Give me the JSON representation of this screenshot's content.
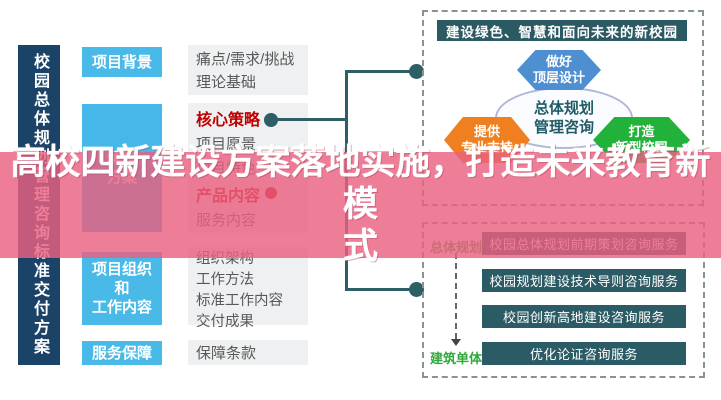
{
  "meta": {
    "description": "Infographic: campus overall planning consulting standard delivery plan with title overlay",
    "colors": {
      "navy": "#1b4368",
      "light_blue": "#49b9e8",
      "gray_box": "#eef0f1",
      "text_gray": "#595959",
      "red_accent": "#c00000",
      "teal": "#2b5b64",
      "connector_teal": "#2e5f66",
      "hex_blue": "#4e8fd1",
      "hex_orange": "#f0801f",
      "hex_green": "#22b23c",
      "green_label": "#2fa93c",
      "overlay_pink": "rgba(234,96,128,0.82)"
    }
  },
  "overlay": {
    "title": "高校四新建设方案落地实施，打造未来教育新模式",
    "lines": [
      "高校四新建设方案落地实施，打造未来教育新模",
      "式"
    ]
  },
  "ribbon": {
    "label": "校园总体规划管理咨询标准交付方案"
  },
  "left_column": {
    "box1": {
      "label": "项目背景"
    },
    "box2": {
      "lines": [
        "解决",
        "方案"
      ]
    },
    "box3": {
      "lines": [
        "项目组织",
        "和",
        "工作内容"
      ]
    },
    "box4": {
      "label": "服务保障"
    }
  },
  "middle_column": {
    "group1": {
      "items": [
        "痛点/需求/挑战",
        "理论基础"
      ]
    },
    "group2": {
      "items": [
        "核心策略",
        "项目愿景",
        "项目特色",
        "产品内容",
        "服务内容"
      ]
    },
    "group3": {
      "items": [
        "组织架构",
        "工作方法",
        "标准工作内容",
        "交付成果"
      ]
    },
    "group4": {
      "items": [
        "保障条款"
      ]
    }
  },
  "right_top": {
    "header": "建设绿色、智慧和面向未来的新校园",
    "center_ellipse": {
      "lines": [
        "总体规划",
        "管理咨询"
      ]
    },
    "hex_top": {
      "lines": [
        "做好",
        "顶层设计"
      ]
    },
    "hex_left": {
      "lines": [
        "提供",
        "专业支持"
      ]
    },
    "hex_right": {
      "lines": [
        "打造",
        "新型校园"
      ]
    }
  },
  "right_bottom": {
    "label_top": "总体规划",
    "label_bottom": "建筑单体",
    "services": [
      "校园总体规划前期策划咨询服务",
      "校园规划建设技术导则咨询服务",
      "校园创新高地建设咨询服务",
      "优化论证咨询服务"
    ]
  }
}
